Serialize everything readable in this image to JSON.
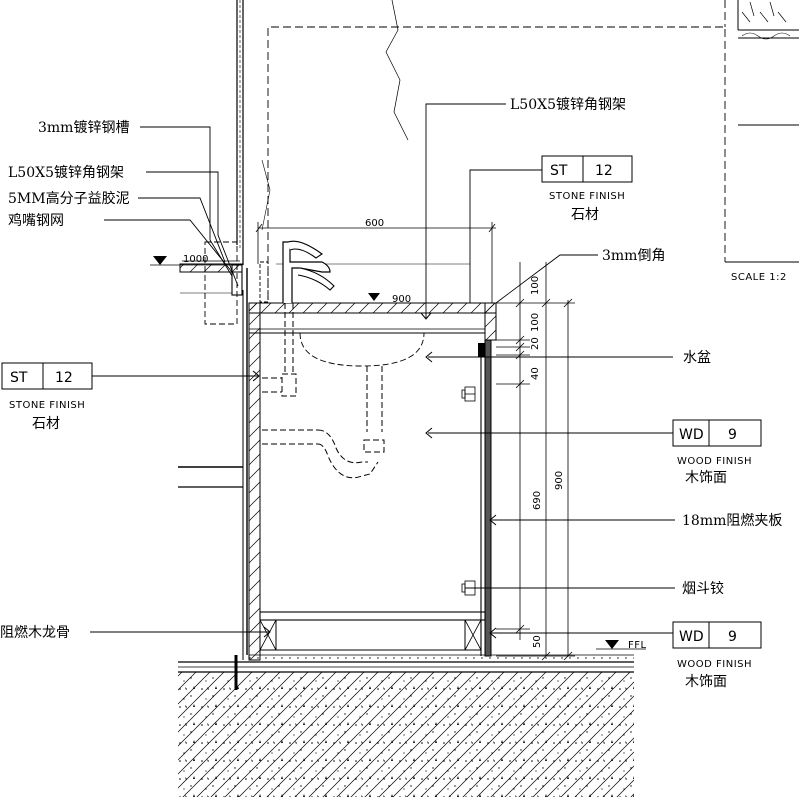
{
  "labels": {
    "groove": "3mm镀锌钢槽",
    "angle_left": "L50X5镀锌角钢架",
    "angle_top": "L50X5镀锌角钢架",
    "putty": "5MM高分子益胶泥",
    "mesh": "鸡嘴钢网",
    "chamfer": "3mm倒角",
    "basin": "水盆",
    "board": "18mm阻燃夹板",
    "hinge": "烟斗铰",
    "keel": "阻燃木龙骨"
  },
  "tags": {
    "stone_top": {
      "code": "ST",
      "num": "12",
      "finish": "STONE FINISH",
      "cn": "石材"
    },
    "stone_left": {
      "code": "ST",
      "num": "12",
      "finish": "STONE FINISH",
      "cn": "石材"
    },
    "wood_mid": {
      "code": "WD",
      "num": "9",
      "finish": "WOOD FINISH",
      "cn": "木饰面"
    },
    "wood_low": {
      "code": "WD",
      "num": "9",
      "finish": "WOOD FINISH",
      "cn": "木饰面"
    }
  },
  "dims": {
    "d600": "600",
    "d900_top": "900",
    "d1000": "1000",
    "d100a": "100",
    "d100b": "100",
    "d20": "20",
    "d40": "40",
    "d690": "690",
    "d900_side": "900",
    "d50": "50"
  },
  "ffl": "FFL",
  "scale": "SCALE 1:2"
}
